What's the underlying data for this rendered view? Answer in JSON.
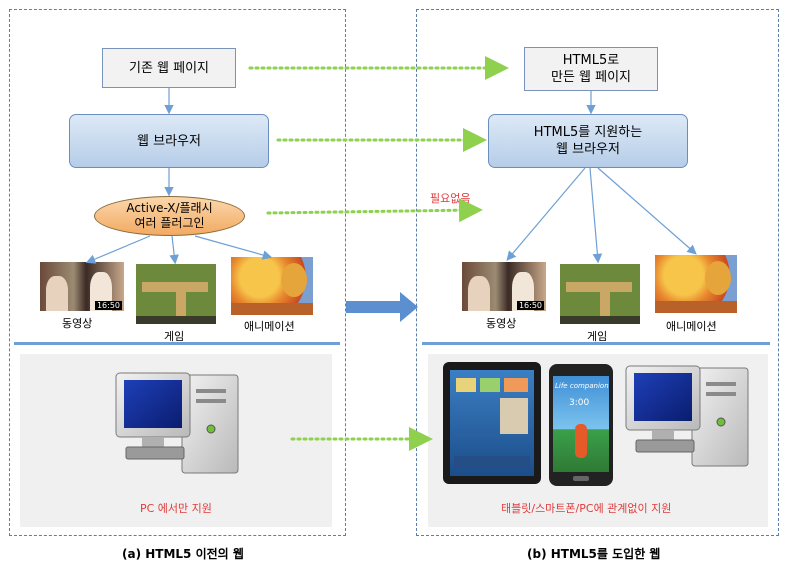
{
  "left": {
    "legacy_page": "기존 웹 페이지",
    "browser": "웹 브라우저",
    "plugin_line1": "Active-X/플래시",
    "plugin_line2": "여러 플러그인",
    "media": {
      "video": "동영상",
      "game": "게임",
      "animation": "애니메이션"
    },
    "video_time": "16:50",
    "support_text": "PC 에서만 지원",
    "caption": "(a) HTML5 이전의 웹"
  },
  "right": {
    "html5_page_line1": "HTML5로",
    "html5_page_line2": "만든 웹 페이지",
    "browser_line1": "HTML5를 지원하는",
    "browser_line2": "웹 브라우저",
    "not_needed": "필요없음",
    "media": {
      "video": "동영상",
      "game": "게임",
      "animation": "애니메이션"
    },
    "video_time": "16:50",
    "phone_screen_text": "Life companion",
    "phone_clock": "3:00",
    "support_text": "태블릿/스마트폰/PC에 관계없이 지원",
    "caption": "(b) HTML5를 도입한 웹"
  },
  "colors": {
    "panel_border": "#5b7fa8",
    "box_fill": "#c9dbef",
    "ellipse_fill": "#f6bf84",
    "dotted_arrow": "#8fd14f",
    "flow_arrow": "#6e9fd6",
    "separator": "#6e9fd6",
    "highlight_text": "#e03c3c"
  }
}
